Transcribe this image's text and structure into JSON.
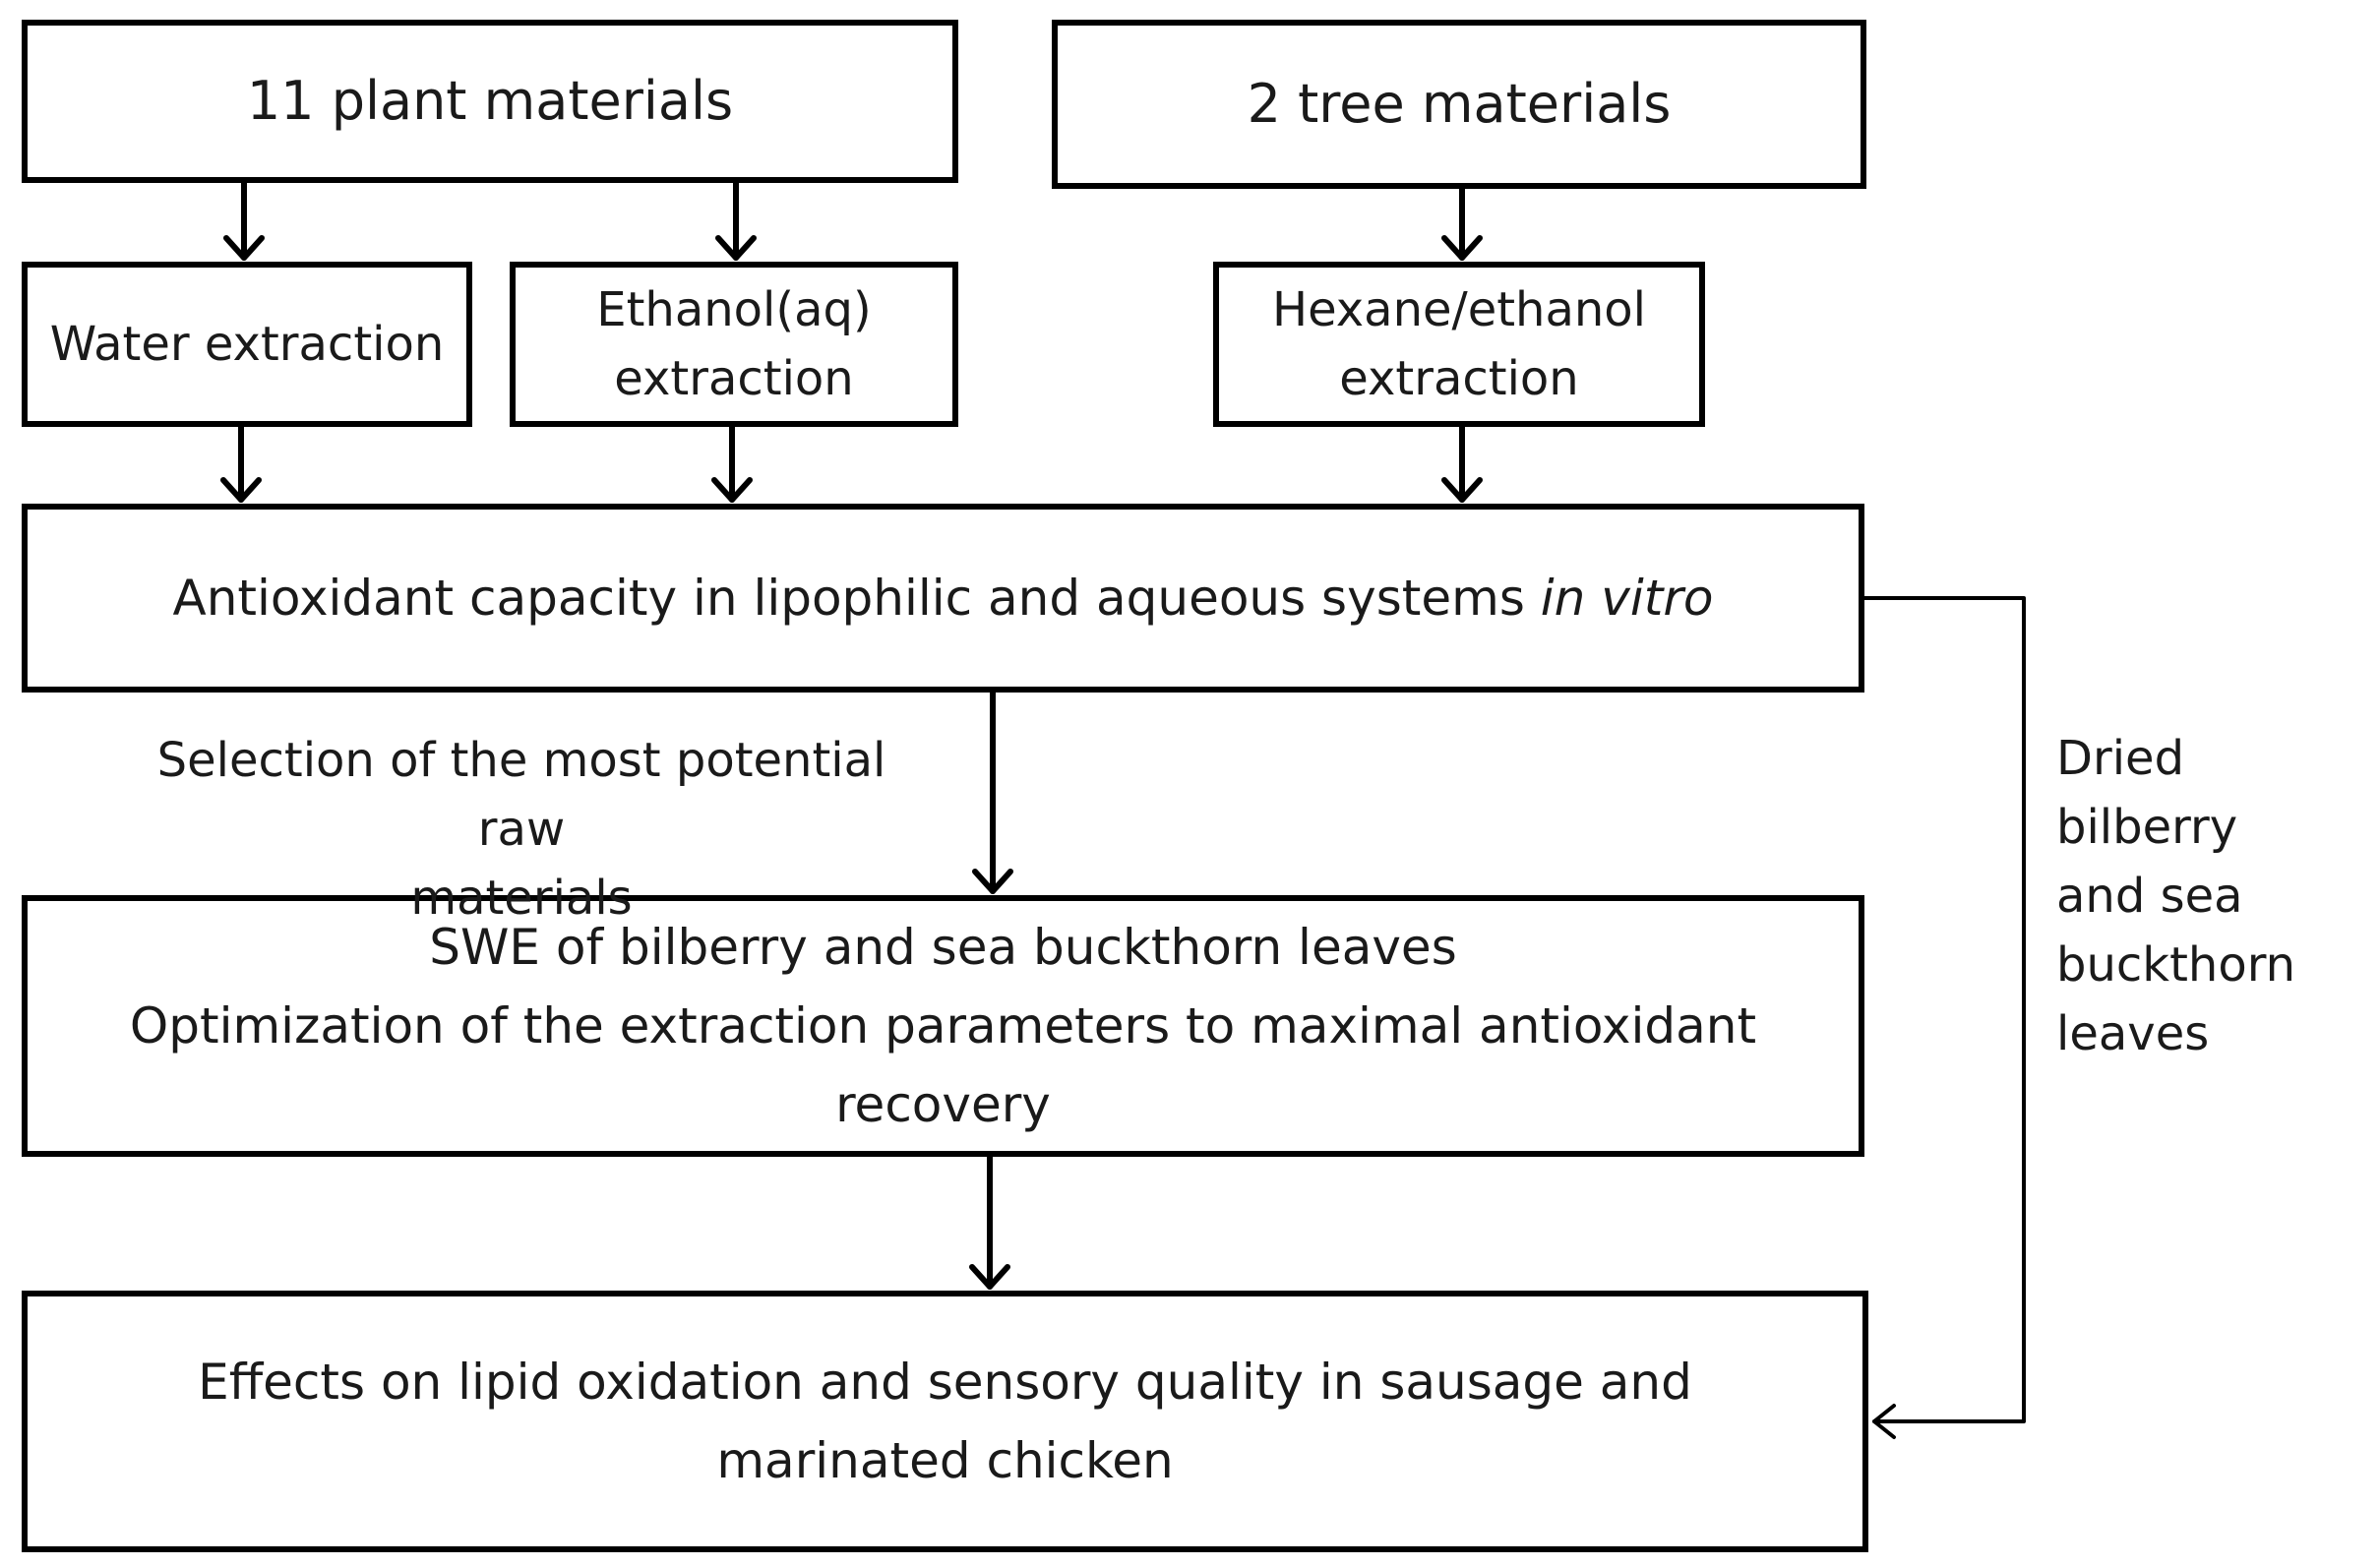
{
  "boxes": {
    "plant_materials": "11 plant materials",
    "tree_materials": "2 tree materials",
    "water_extraction": "Water extraction",
    "ethanol_extraction": [
      "Ethanol(aq)",
      "extraction"
    ],
    "hexane_extraction": [
      "Hexane/ethanol",
      "extraction"
    ],
    "antioxidant": {
      "text": "Antioxidant capacity in lipophilic and aqueous systems ",
      "italic": "in vitro"
    },
    "swe": [
      "SWE of bilberry and sea buckthorn leaves",
      "Optimization of the extraction parameters to maximal antioxidant",
      "recovery"
    ],
    "effects": [
      "Effects on lipid oxidation and sensory quality in sausage and",
      "marinated chicken"
    ]
  },
  "labels": {
    "selection": [
      "Selection of the most potential raw",
      "materials"
    ],
    "dried": [
      "Dried bilberry",
      "and sea",
      "buckthorn",
      "leaves"
    ]
  },
  "colors": {
    "stroke": "#000000",
    "background": "#ffffff"
  }
}
